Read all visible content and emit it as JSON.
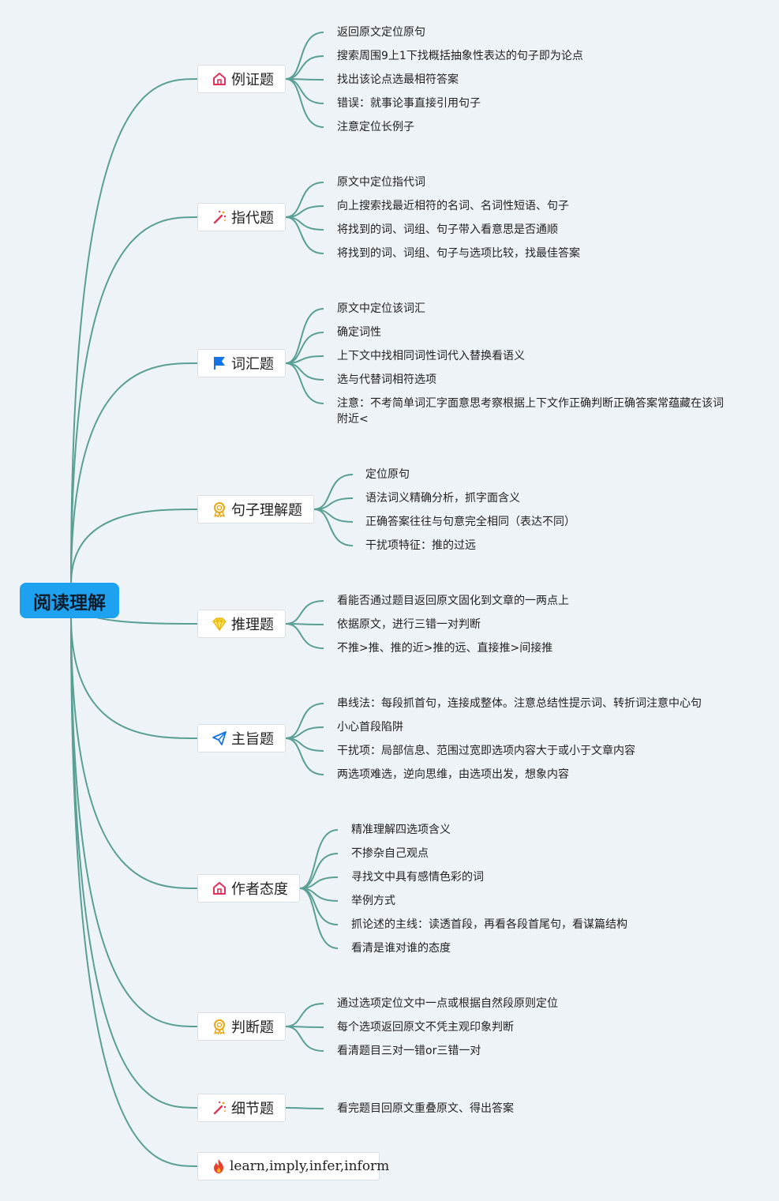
{
  "root": {
    "label": "阅读理解"
  },
  "colors": {
    "line": "#5a9f94",
    "root_bg": "#1ea1ee",
    "background": "#eef3f8"
  },
  "branches": [
    {
      "label": "例证题",
      "icon": "house-icon",
      "children": [
        "返回原文定位原句",
        "搜索周围9上1下找概括抽象性表达的句子即为论点",
        "找出该论点选最相符答案",
        "错误：就事论事直接引用句子",
        "注意定位长例子"
      ]
    },
    {
      "label": "指代题",
      "icon": "magic-wand-icon",
      "children": [
        "原文中定位指代词",
        "向上搜索找最近相符的名词、名词性短语、句子",
        "将找到的词、词组、句子带入看意思是否通顺",
        "将找到的词、词组、句子与选项比较，找最佳答案"
      ]
    },
    {
      "label": "词汇题",
      "icon": "flag-icon",
      "children": [
        "原文中定位该词汇",
        "确定词性",
        "上下文中找相同词性词代入替换看语义",
        "选与代替词相符选项",
        "注意：不考简单词汇字面意思考察根据上下文作正确判断正确答案常蕴藏在该词附近<"
      ]
    },
    {
      "label": "句子理解题",
      "icon": "medal-icon",
      "children": [
        "定位原句",
        "语法词义精确分析，抓字面含义",
        "正确答案往往与句意完全相同（表达不同）",
        "干扰项特征：推的过远"
      ]
    },
    {
      "label": "推理题",
      "icon": "diamond-icon",
      "children": [
        "看能否通过题目返回原文固化到文章的一两点上",
        "依据原文，进行三错一对判断",
        "不推>推、推的近>推的远、直接推>间接推"
      ]
    },
    {
      "label": "主旨题",
      "icon": "paper-plane-icon",
      "children": [
        "串线法：每段抓首句，连接成整体。注意总结性提示词、转折词注意中心句",
        "小心首段陷阱",
        "干扰项：局部信息、范围过宽即选项内容大于或小于文章内容",
        "两选项难选，逆向思维，由选项出发，想象内容"
      ]
    },
    {
      "label": "作者态度",
      "icon": "house-icon",
      "children": [
        "精准理解四选项含义",
        "不掺杂自己观点",
        "寻找文中具有感情色彩的词",
        "举例方式",
        "抓论述的主线：读透首段，再看各段首尾句，看谋篇结构",
        "看清是谁对谁的态度"
      ]
    },
    {
      "label": "判断题",
      "icon": "medal-icon",
      "children": [
        "通过选项定位文中一点或根据自然段原则定位",
        "每个选项返回原文不凭主观印象判断",
        "看清题目三对一错or三错一对"
      ]
    },
    {
      "label": "细节题",
      "icon": "magic-wand-icon",
      "children": [
        "看完题目回原文重叠原文、得出答案"
      ]
    },
    {
      "label": "learn,imply,infer,inform",
      "icon": "fire-icon",
      "children": []
    }
  ]
}
